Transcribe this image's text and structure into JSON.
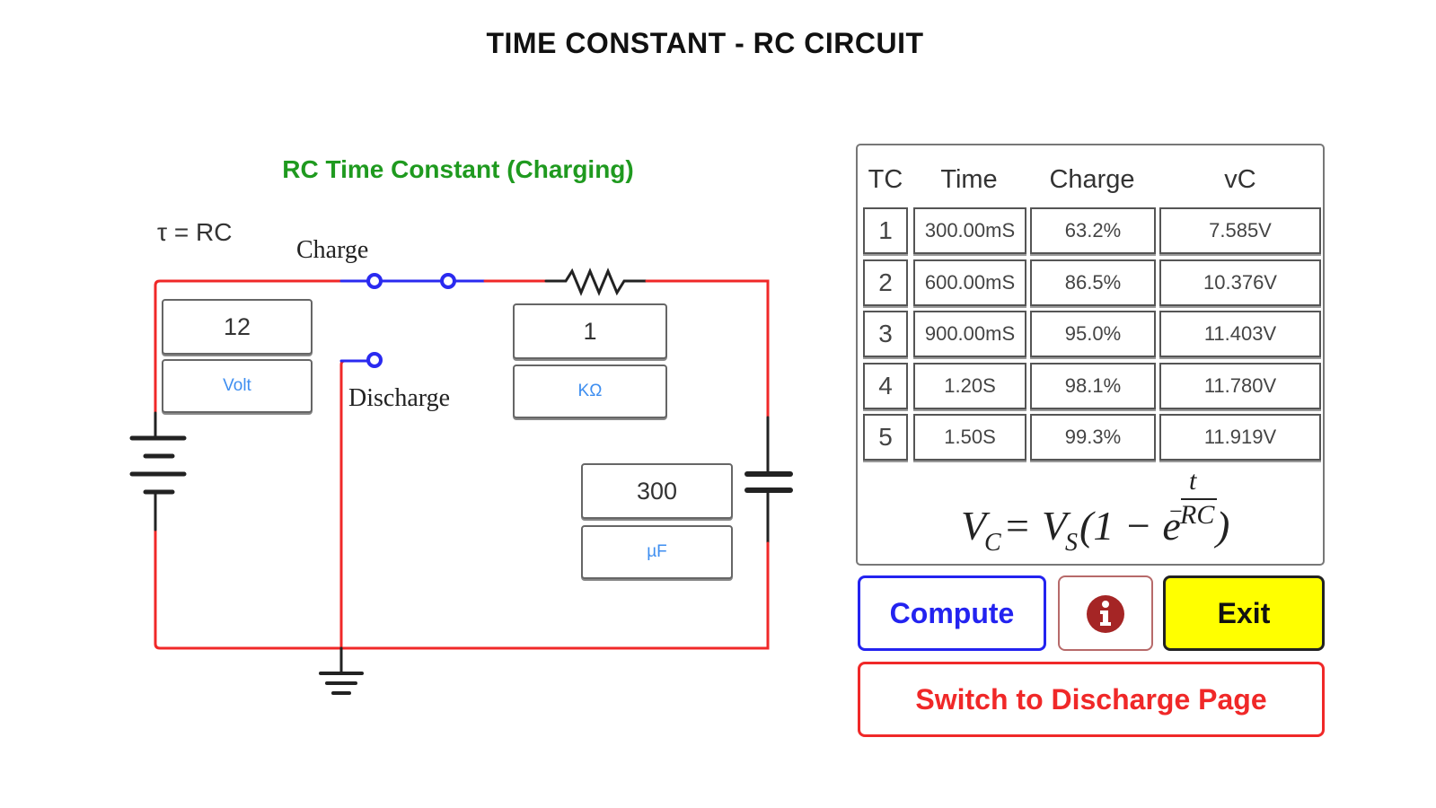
{
  "header": {
    "title": "TIME CONSTANT - RC CIRCUIT"
  },
  "circuit": {
    "subtitle": "RC Time Constant (Charging)",
    "tau_label": "τ = RC",
    "switch_labels": {
      "charge": "Charge",
      "discharge": "Discharge"
    },
    "voltage": {
      "value": "12",
      "unit": "Volt"
    },
    "resistance": {
      "value": "1",
      "unit": "KΩ"
    },
    "capacitance": {
      "value": "300",
      "unit": "µF"
    },
    "colors": {
      "wire": "#f02828",
      "switch": "#2a2af0",
      "component": "#222222"
    }
  },
  "table": {
    "headers": [
      "TC",
      "Time",
      "Charge",
      "vC"
    ],
    "rows": [
      {
        "tc": "1",
        "time": "300.00mS",
        "charge": "63.2%",
        "vc": "7.585V"
      },
      {
        "tc": "2",
        "time": "600.00mS",
        "charge": "86.5%",
        "vc": "10.376V"
      },
      {
        "tc": "3",
        "time": "900.00mS",
        "charge": "95.0%",
        "vc": "11.403V"
      },
      {
        "tc": "4",
        "time": "1.20S",
        "charge": "98.1%",
        "vc": "11.780V"
      },
      {
        "tc": "5",
        "time": "1.50S",
        "charge": "99.3%",
        "vc": "11.919V"
      }
    ],
    "formula": {
      "lhs": "V",
      "lhs_sub": "C",
      "eq": "=",
      "vs": "V",
      "vs_sub": "S",
      "paren_open": "(1 − e",
      "exp_num": "t",
      "exp_den": "RC",
      "exp_minus": "−",
      "paren_close": ")"
    }
  },
  "buttons": {
    "compute": "Compute",
    "info_icon": "info-circle",
    "exit": "Exit",
    "switch_page": "Switch to Discharge Page"
  }
}
